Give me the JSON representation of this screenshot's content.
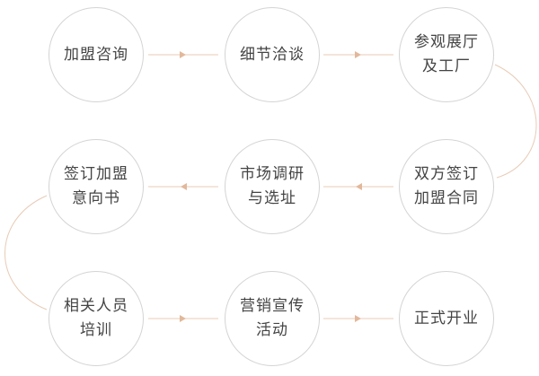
{
  "accent_color": "#e2b89a",
  "steps": [
    {
      "label": "加盟咨询"
    },
    {
      "label": "细节洽谈"
    },
    {
      "label": "参观展厅\n及工厂"
    },
    {
      "label": "双方签订\n加盟合同"
    },
    {
      "label": "市场调研\n与选址"
    },
    {
      "label": "签订加盟\n意向书"
    },
    {
      "label": "相关人员\n培训"
    },
    {
      "label": "营销宣传\n活动"
    },
    {
      "label": "正式开业"
    }
  ]
}
